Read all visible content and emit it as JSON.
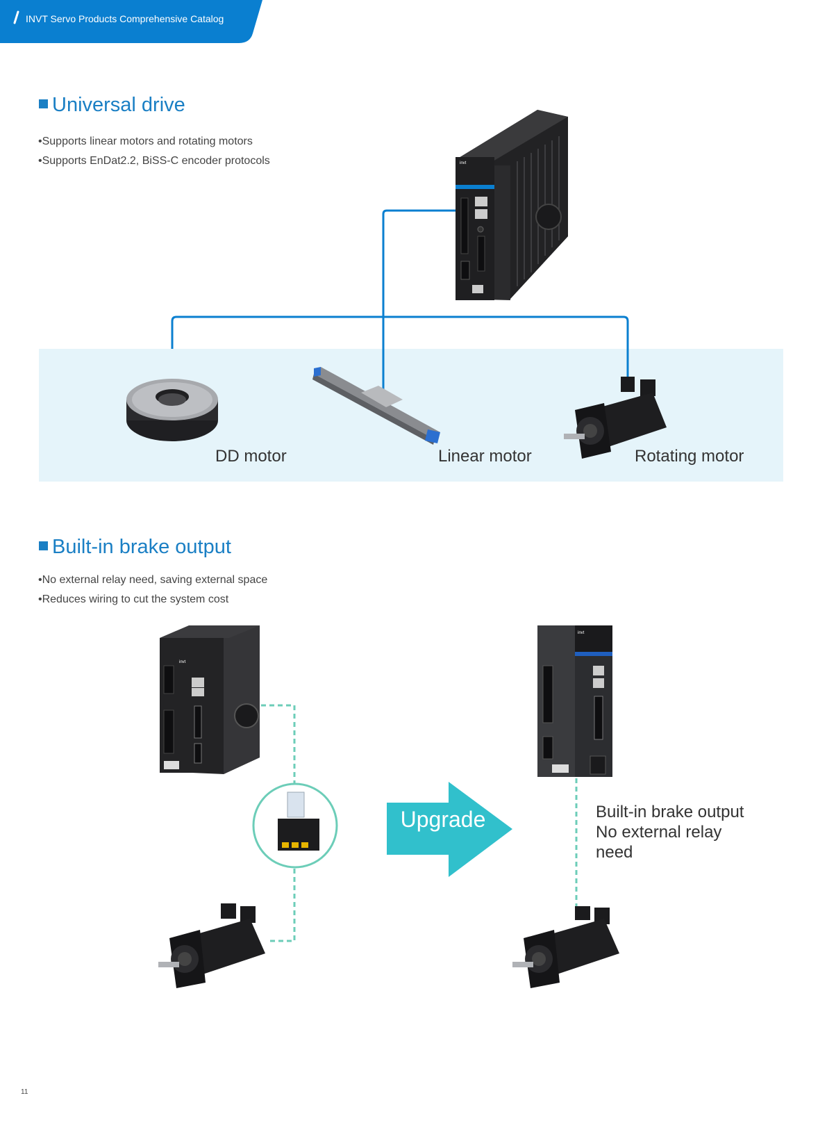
{
  "header": {
    "title": "INVT Servo Products Comprehensive Catalog",
    "slash": "/"
  },
  "section1": {
    "title": "Universal drive",
    "bullets": [
      "•Supports linear motors and rotating motors",
      "•Supports EnDat2.2, BiSS-C encoder protocols"
    ],
    "motors": {
      "dd": "DD motor",
      "linear": "Linear motor",
      "rotating": "Rotating motor"
    }
  },
  "section2": {
    "title": "Built-in brake output",
    "bullets": [
      "•No external relay need, saving external space",
      "•Reduces wiring to cut the system cost"
    ],
    "upgrade": "Upgrade",
    "note": [
      "Built-in brake output",
      "No external relay",
      "need"
    ]
  },
  "drive_brand": "invt",
  "page_number": "11",
  "colors": {
    "blue": "#0a7fd0",
    "title": "#1a7fc4",
    "teal": "#31c0cc",
    "dashed": "#6ccdb8",
    "band": "#e5f4fa"
  }
}
